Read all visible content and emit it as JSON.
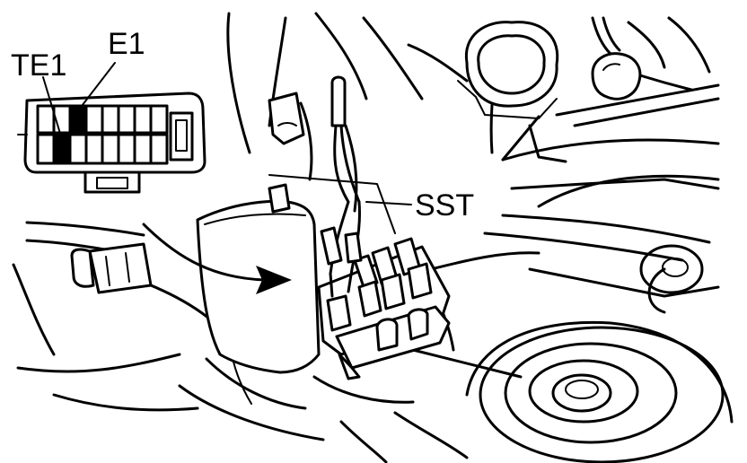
{
  "labels": {
    "te1": "TE1",
    "e1": "E1",
    "sst": "SST"
  },
  "colors": {
    "ink": "#000000",
    "paper": "#ffffff"
  }
}
